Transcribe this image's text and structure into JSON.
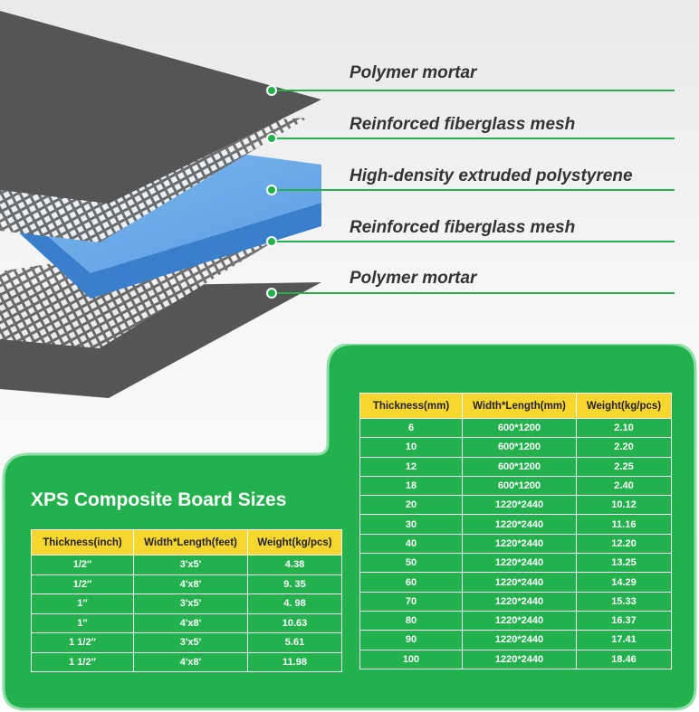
{
  "layers": [
    {
      "label": "Polymer mortar"
    },
    {
      "label": "Reinforced fiberglass mesh"
    },
    {
      "label": "High-density extruded polystyrene"
    },
    {
      "label": "Reinforced fiberglass mesh"
    },
    {
      "label": "Polymer mortar"
    }
  ],
  "colors": {
    "accent_green": "#22b14c",
    "mortar_gray": "#555555",
    "xps_blue": "#4a90d9",
    "header_yellow": "#f7d630"
  },
  "board_sizes": {
    "title": "XPS Composite Board Sizes",
    "inch_table": {
      "headers": [
        "Thickness(inch)",
        "Width*Length(feet)",
        "Weight(kg/pcs)"
      ],
      "rows": [
        [
          "1/2″",
          "3'x5'",
          "4.38"
        ],
        [
          "1/2″",
          "4'x8'",
          "9. 35"
        ],
        [
          "1″",
          "3'x5'",
          "4. 98"
        ],
        [
          "1″",
          "4'x8'",
          "10.63"
        ],
        [
          "1 1/2″",
          "3'x5'",
          "5.61"
        ],
        [
          "1 1/2″",
          "4'x8'",
          "11.98"
        ]
      ]
    },
    "mm_table": {
      "headers": [
        "Thickness(mm)",
        "Width*Length(mm)",
        "Weight(kg/pcs)"
      ],
      "rows": [
        [
          "6",
          "600*1200",
          "2.10"
        ],
        [
          "10",
          "600*1200",
          "2.20"
        ],
        [
          "12",
          "600*1200",
          "2.25"
        ],
        [
          "18",
          "600*1200",
          "2.40"
        ],
        [
          "20",
          "1220*2440",
          "10.12"
        ],
        [
          "30",
          "1220*2440",
          "11.16"
        ],
        [
          "40",
          "1220*2440",
          "12.20"
        ],
        [
          "50",
          "1220*2440",
          "13.25"
        ],
        [
          "60",
          "1220*2440",
          "14.29"
        ],
        [
          "70",
          "1220*2440",
          "15.33"
        ],
        [
          "80",
          "1220*2440",
          "16.37"
        ],
        [
          "90",
          "1220*2440",
          "17.41"
        ],
        [
          "100",
          "1220*2440",
          "18.46"
        ]
      ]
    }
  }
}
